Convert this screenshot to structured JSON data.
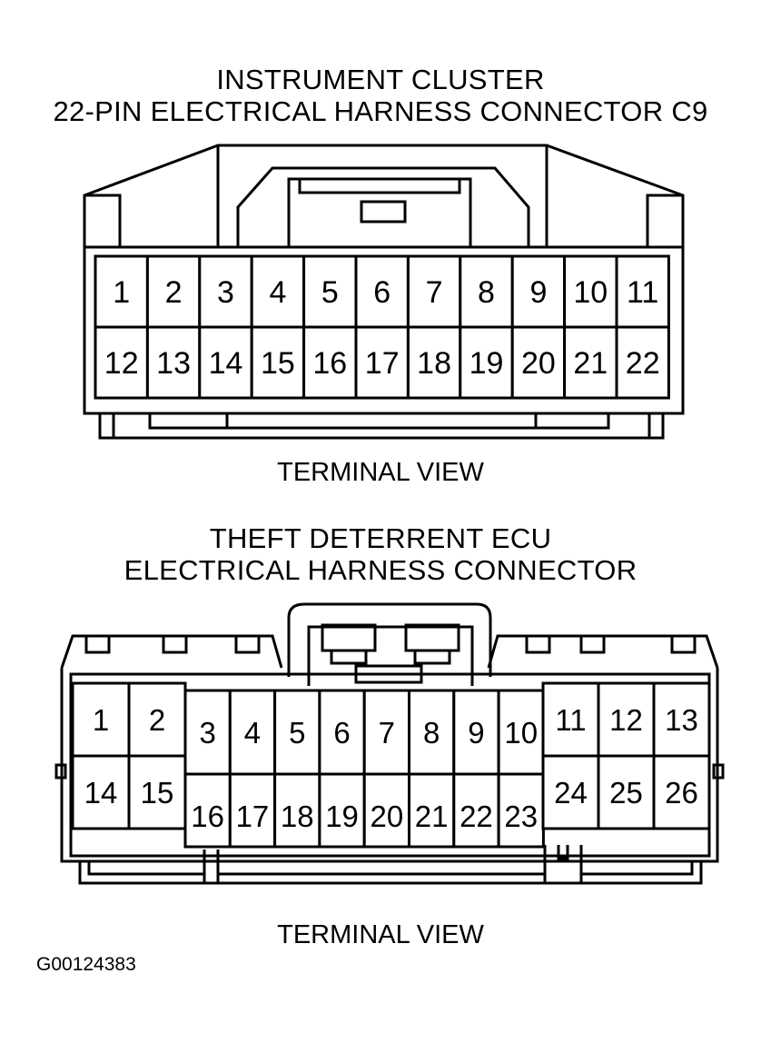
{
  "connector1": {
    "title_line1": "INSTRUMENT CLUSTER",
    "title_line2": "22-PIN ELECTRICAL HARNESS CONNECTOR C9",
    "caption": "TERMINAL VIEW",
    "pins_top": [
      "1",
      "2",
      "3",
      "4",
      "5",
      "6",
      "7",
      "8",
      "9",
      "10",
      "11"
    ],
    "pins_bottom": [
      "12",
      "13",
      "14",
      "15",
      "16",
      "17",
      "18",
      "19",
      "20",
      "21",
      "22"
    ]
  },
  "connector2": {
    "title_line1": "THEFT DETERRENT ECU",
    "title_line2": "ELECTRICAL HARNESS CONNECTOR",
    "caption": "TERMINAL VIEW",
    "pins_left_top": [
      "1",
      "2"
    ],
    "pins_left_bottom": [
      "14",
      "15"
    ],
    "pins_mid_top": [
      "3",
      "4",
      "5",
      "6",
      "7",
      "8",
      "9",
      "10"
    ],
    "pins_mid_bottom": [
      "16",
      "17",
      "18",
      "19",
      "20",
      "21",
      "22",
      "23"
    ],
    "pins_right_top": [
      "11",
      "12",
      "13"
    ],
    "pins_right_bottom": [
      "24",
      "25",
      "26"
    ]
  },
  "figure_id": "G00124383"
}
